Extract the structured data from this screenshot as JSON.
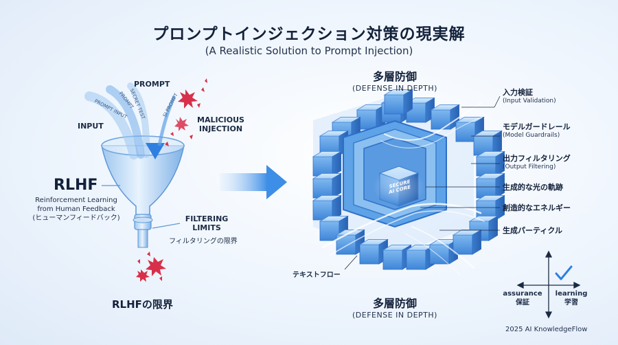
{
  "title": "プロンプトインジェクション対策の現実解",
  "subtitle": "(A Realistic Solution to Prompt Injection)",
  "left": {
    "prompt_label": "PROMPT",
    "input_label": "INPUT",
    "malicious_label_1": "MALICIOUS",
    "malicious_label_2": "INJECTION",
    "stream_texts": [
      "PROMPT INPUT",
      "PROMPT",
      "SECRET TEST",
      "SI PROMPT"
    ],
    "rlhf_heading": "RLHF",
    "rlhf_desc_1": "Reinforcement Learning",
    "rlhf_desc_2": "from Human Feedback",
    "rlhf_desc_3": "(ヒューマンフィードバック)",
    "filtering_1": "FILTERING",
    "filtering_2": "LIMITS",
    "filtering_ja": "フィルタリングの限界",
    "bottom_label": "RLHFの限界"
  },
  "right": {
    "top_heading_ja": "多層防御",
    "top_heading_en": "(DEFENSE IN DEPTH)",
    "bottom_heading_ja": "多層防御",
    "bottom_heading_en": "(DEFENSE IN DEPTH)",
    "core_line_1": "SECURE",
    "core_line_2": "AI CORE",
    "text_flow_label": "テキストフロー",
    "labels": [
      {
        "ja": "入力検証",
        "en": "(Input Validation)"
      },
      {
        "ja": "モデルガードレール",
        "en": "(Model Guardrails)"
      },
      {
        "ja": "出力フィルタリング",
        "en": "(Output Filtering)"
      },
      {
        "ja": "生成的な光の軌跡",
        "en": ""
      },
      {
        "ja": "創造的なエネルギー",
        "en": ""
      },
      {
        "ja": "生成パーティクル",
        "en": ""
      }
    ]
  },
  "quadrant": {
    "left_en": "assurance",
    "left_ja": "保証",
    "right_en": "learning",
    "right_ja": "学習"
  },
  "footer": "2025 AI KnowledgeFlow",
  "colors": {
    "accent_blue": "#2f7fe0",
    "cube_light": "#a9d2f7",
    "cube_mid": "#5ea2e8",
    "cube_dark": "#2f6fc8",
    "malicious_red": "#d8304a",
    "text_dark": "#13213a"
  }
}
